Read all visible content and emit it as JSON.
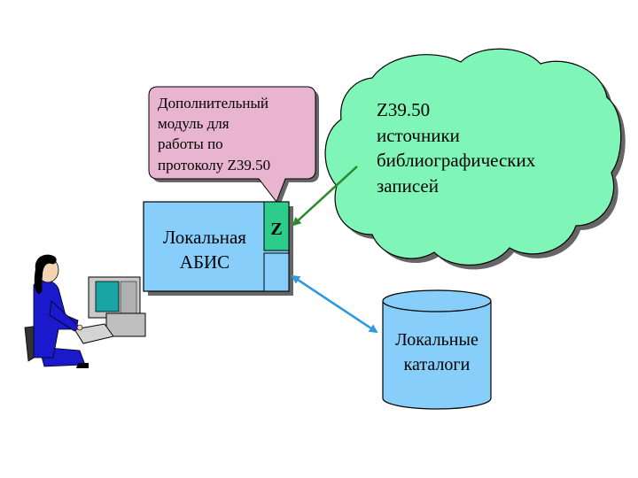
{
  "callout": {
    "lines": [
      "Дополнительный",
      "модуль для",
      "работы по",
      "протоколу Z39.50"
    ]
  },
  "abis": {
    "lines": [
      "Локальная",
      "АБИС"
    ],
    "module_label": "Z"
  },
  "cloud": {
    "lines": [
      "Z39.50",
      "источники",
      "библиографических",
      "записей"
    ]
  },
  "catalog": {
    "lines": [
      "Локальные",
      "каталоги"
    ]
  },
  "colors": {
    "callout_fill": "#e8b4d0",
    "abis_fill": "#87cefa",
    "module_fill": "#2ecc8a",
    "cloud_fill": "#80f5b8",
    "catalog_fill": "#87cefa",
    "arrow_green": "#2a8a2a",
    "arrow_blue": "#3399dd",
    "person_fill": "#1a1acc"
  },
  "icons": {
    "user": "person-at-computer-icon"
  }
}
